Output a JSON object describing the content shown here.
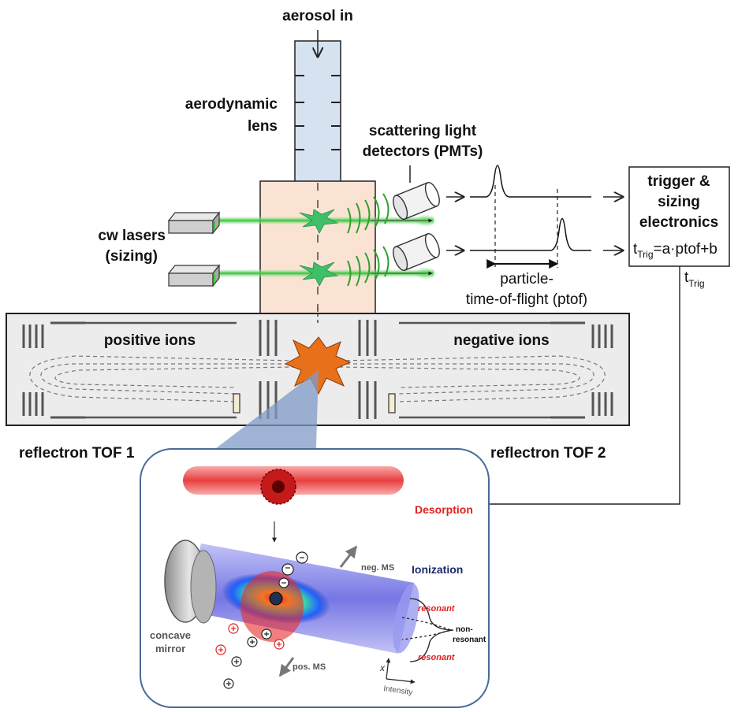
{
  "labels": {
    "aerosol_in": "aerosol in",
    "aerodynamic": "aerodynamic",
    "lens": "lens",
    "scattering_1": "scattering light",
    "scattering_2": "detectors (PMTs)",
    "cw_lasers": "cw lasers",
    "sizing": "(sizing)",
    "trigger_1": "trigger &",
    "trigger_2": "sizing",
    "trigger_3": "electronics",
    "ttrig_formula_t": "t",
    "ttrig_formula_sub": "Trig",
    "ttrig_formula_rest": "=a·ptof+b",
    "ttrig_out_t": "t",
    "ttrig_out_sub": "Trig",
    "ptof_1": "particle-",
    "ptof_2": "time-of-flight (ptof)",
    "positive_ions": "positive ions",
    "negative_ions": "negative ions",
    "reflectron_1": "reflectron TOF 1",
    "reflectron_2": "reflectron TOF 2"
  },
  "inset": {
    "desorption": "Desorption",
    "ionization": "Ionization",
    "neg_ms": "neg. MS",
    "pos_ms": "pos. MS",
    "resonant_top": "resonant",
    "resonant_bottom": "resonant",
    "non_1": "non-",
    "non_2": "resonant",
    "concave": "concave",
    "mirror": "mirror",
    "axis_x": "x",
    "axis_intensity": "Intensity"
  },
  "colors": {
    "lens_fill": "#d6e2f0",
    "chamber_fill": "#fbe3d4",
    "tof_fill": "#ececec",
    "laser_green": "#3cc83c",
    "desorption_red": "#e02020",
    "ionization_navy": "#1a2a6c",
    "explosion_orange": "#e8701a"
  }
}
